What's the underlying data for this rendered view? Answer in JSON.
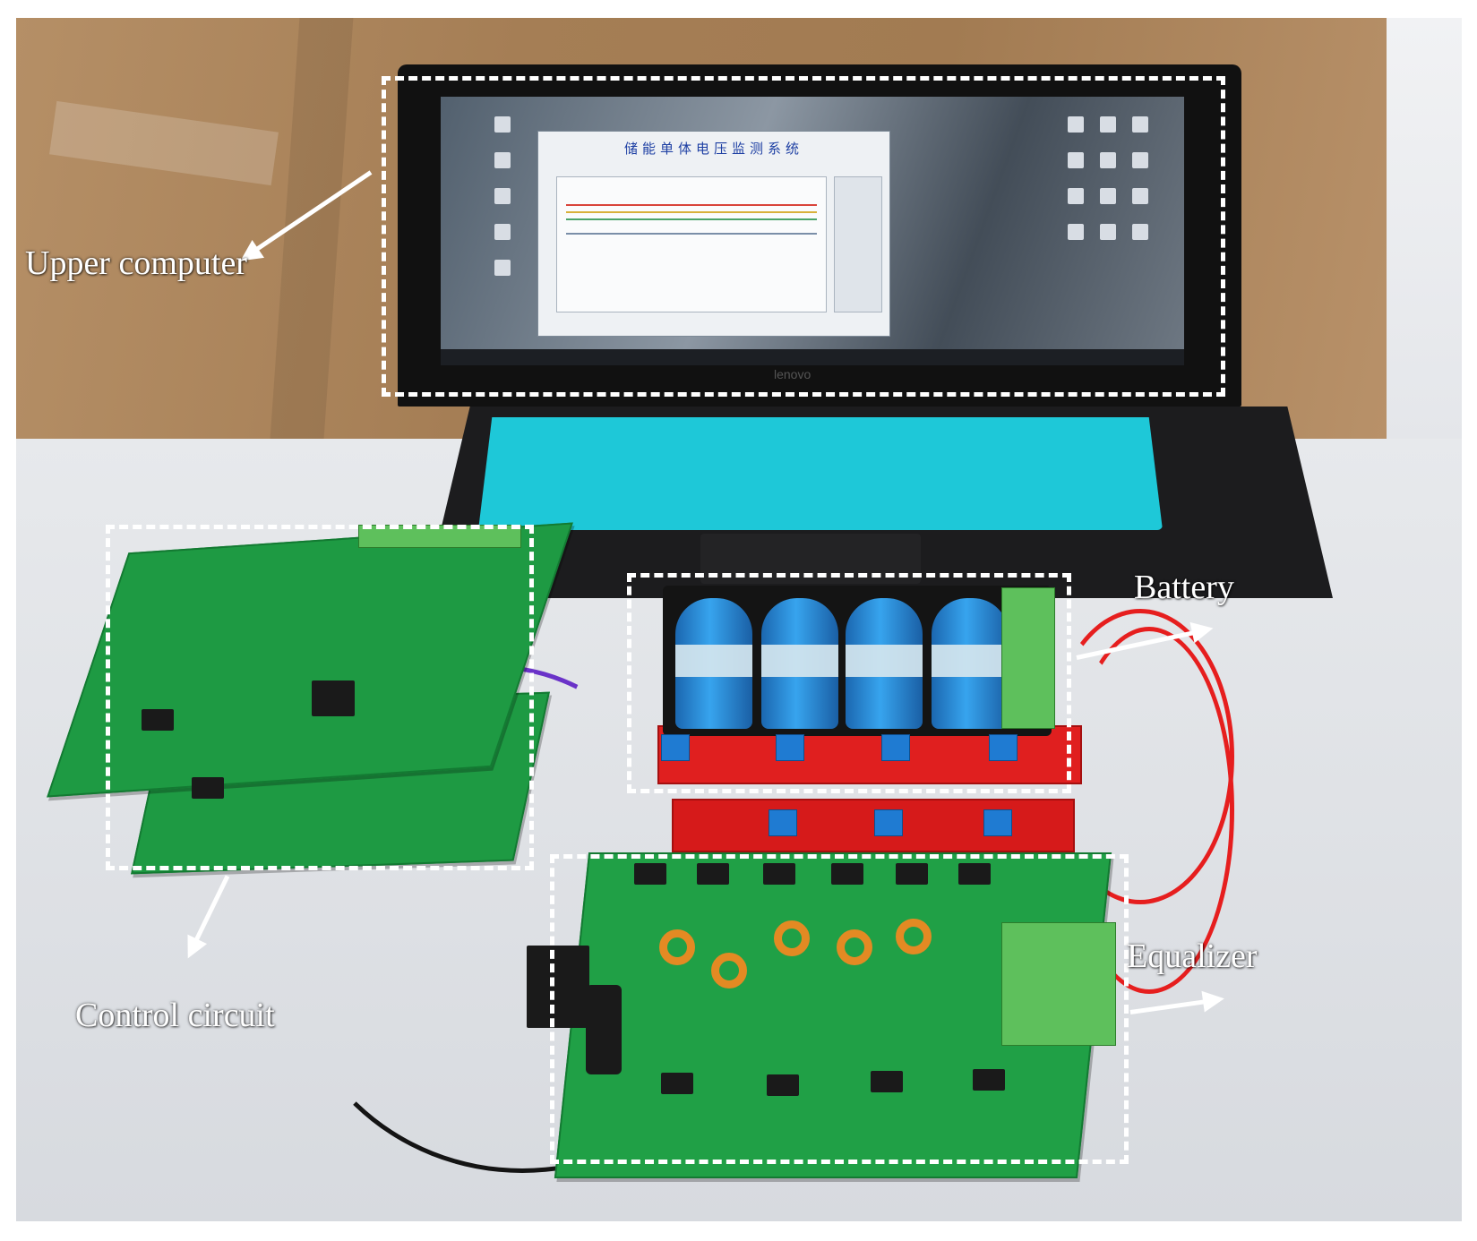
{
  "image_description": "Photo of a battery equalizer experimental setup: laptop (upper computer), control circuit board, battery pack, and equalizer board, with dashed boxes and arrows marking each part.",
  "labels": {
    "upper_computer": "Upper computer",
    "control_circuit": "Control circuit",
    "battery": "Battery",
    "equalizer": "Equalizer"
  },
  "screen": {
    "app_title": "储能单体电压监测系统"
  },
  "laptop": {
    "brand": "lenovo"
  },
  "colors": {
    "annotation": "#ffffff",
    "pcb": "#1e9a43",
    "battery_cell": "#2d8fe0",
    "battery_board": "#e01f1f",
    "keyboard": "#1ec8d8",
    "wire_red": "#e61e1e"
  }
}
